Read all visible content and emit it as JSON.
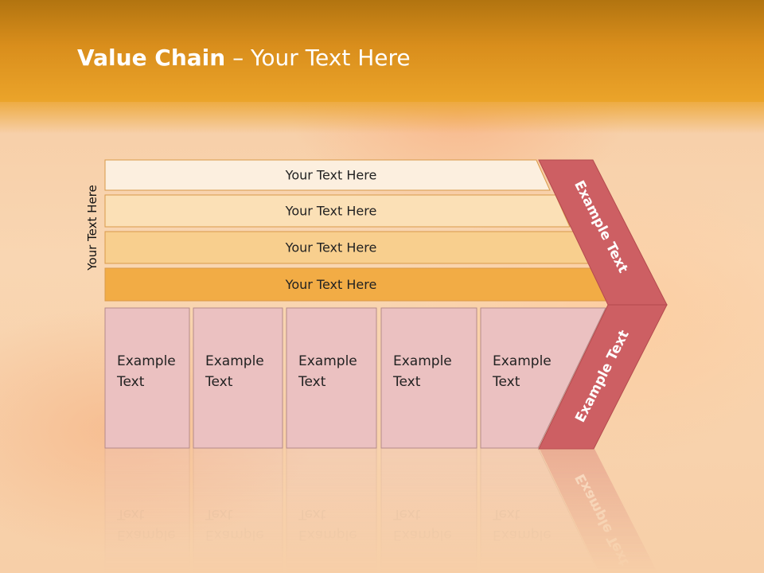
{
  "slide": {
    "title_bold": "Value Chain",
    "title_rest": " – Your Text Here",
    "side_label": "Your Text Here"
  },
  "bars": [
    {
      "label": "Your Text Here",
      "color": "#fcefdf"
    },
    {
      "label": "Your Text Here",
      "color": "#fbe0b6"
    },
    {
      "label": "Your Text Here",
      "color": "#f8cf8e"
    },
    {
      "label": "Your Text Here",
      "color": "#f2ac45"
    }
  ],
  "columns": [
    {
      "line1": "Example",
      "line2": "Text"
    },
    {
      "line1": "Example",
      "line2": "Text"
    },
    {
      "line1": "Example",
      "line2": "Text"
    },
    {
      "line1": "Example",
      "line2": "Text"
    },
    {
      "line1": "Example",
      "line2": "Text"
    }
  ],
  "chevron": {
    "upper_text": "Example Text",
    "lower_text": "Example Text",
    "color": "#cd5f63"
  },
  "colors": {
    "column_fill": "#ebc1c1",
    "column_stroke": "#b58a8a"
  }
}
